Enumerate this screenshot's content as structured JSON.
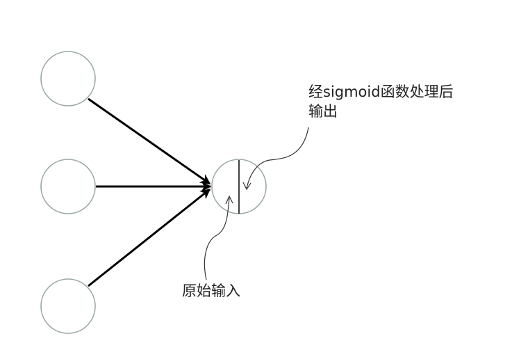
{
  "labels": {
    "output_line1": "经sigmoid函数处理后",
    "output_line2": "输出",
    "input": "原始输入"
  },
  "colors": {
    "node_stroke": "#9aa8a6",
    "edge": "#000000",
    "annotation": "#333333",
    "text": "#222222"
  }
}
